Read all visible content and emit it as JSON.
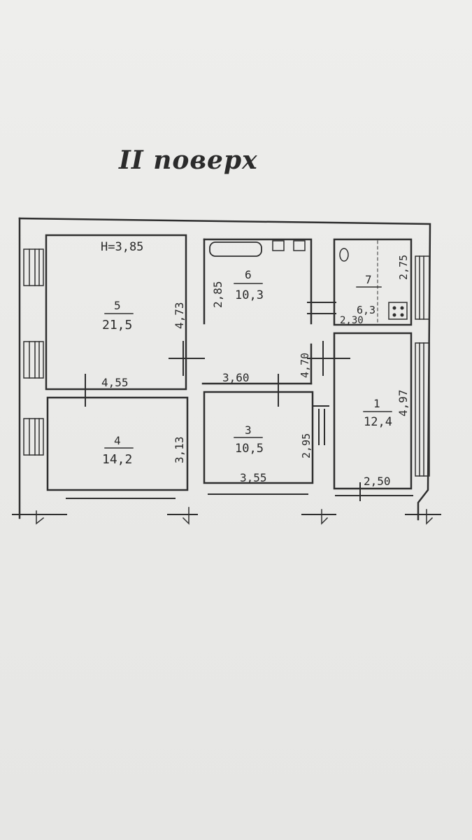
{
  "title": "II поверх",
  "height_note": "H=3,85",
  "rooms": [
    {
      "id": "5",
      "number": "5",
      "area": "21,5"
    },
    {
      "id": "4",
      "number": "4",
      "area": "14,2"
    },
    {
      "id": "6",
      "number": "6",
      "area": "10,3"
    },
    {
      "id": "3",
      "number": "3",
      "area": "10,5"
    },
    {
      "id": "7",
      "number": "7",
      "area": "6,3"
    },
    {
      "id": "1",
      "number": "1",
      "area": "12,4"
    }
  ],
  "dimensions": {
    "room5_width": "4,55",
    "room5_depth": "4,73",
    "room4_depth": "3,13",
    "room6_depth": "2,85",
    "corridor_width": "3,60",
    "corridor_depth": "4,70",
    "room3_width": "3,55",
    "room3_depth": "2,95",
    "room7_width": "2,30",
    "room7_depth": "2,75",
    "room1_depth": "4,97",
    "room1_width": "2,50"
  }
}
